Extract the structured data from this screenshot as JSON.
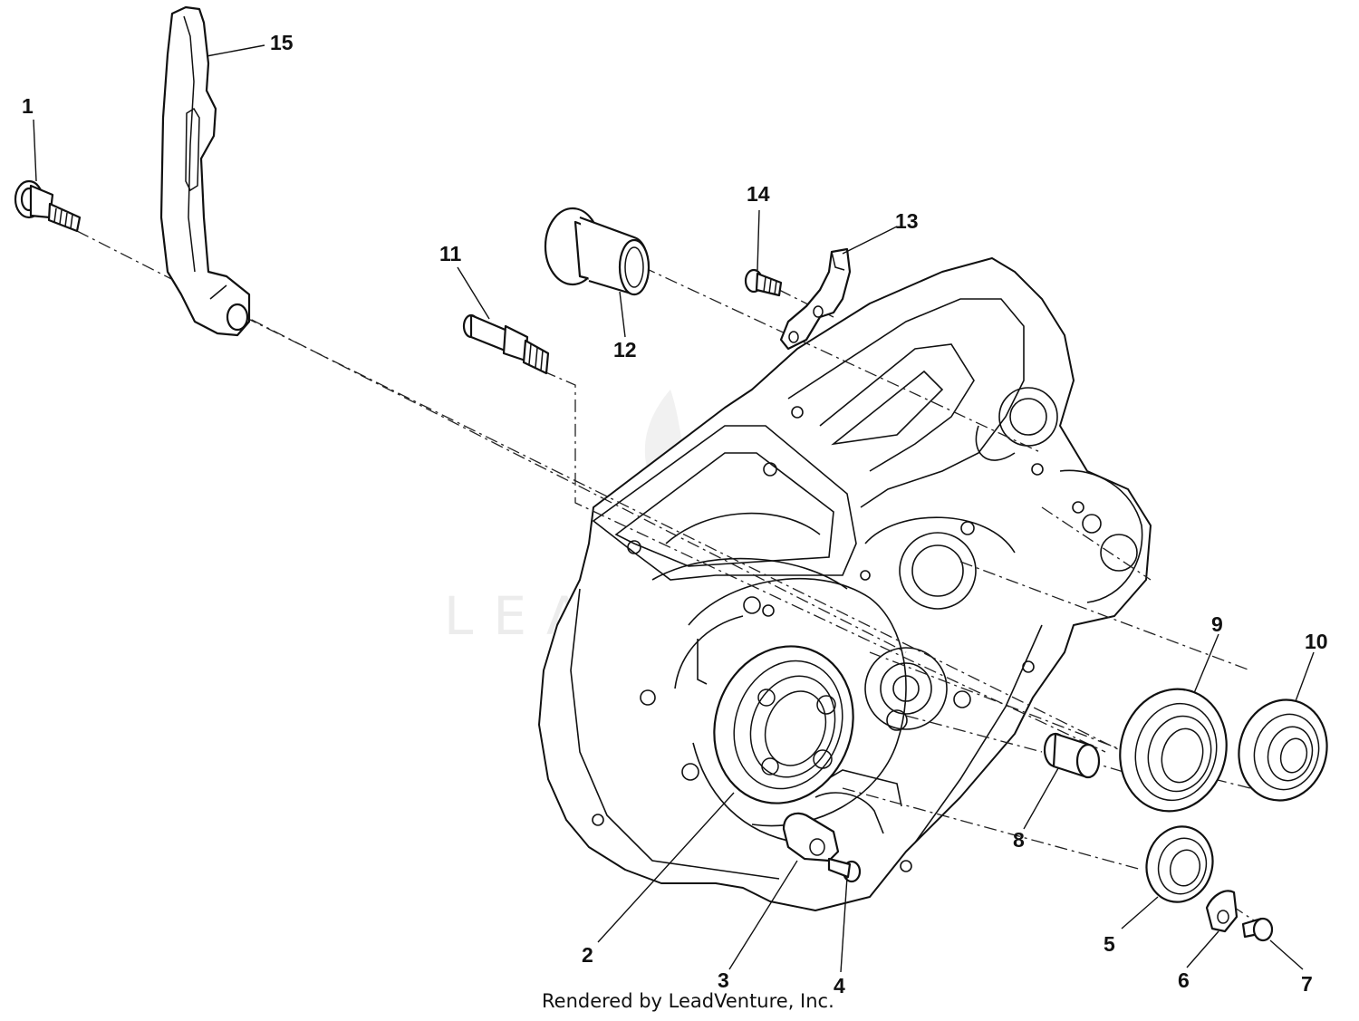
{
  "watermark": "LEADVENTURE",
  "footer": "Rendered by LeadVenture, Inc.",
  "callouts": [
    "1",
    "2",
    "3",
    "4",
    "5",
    "6",
    "7",
    "8",
    "9",
    "10",
    "11",
    "12",
    "13",
    "14",
    "15"
  ]
}
